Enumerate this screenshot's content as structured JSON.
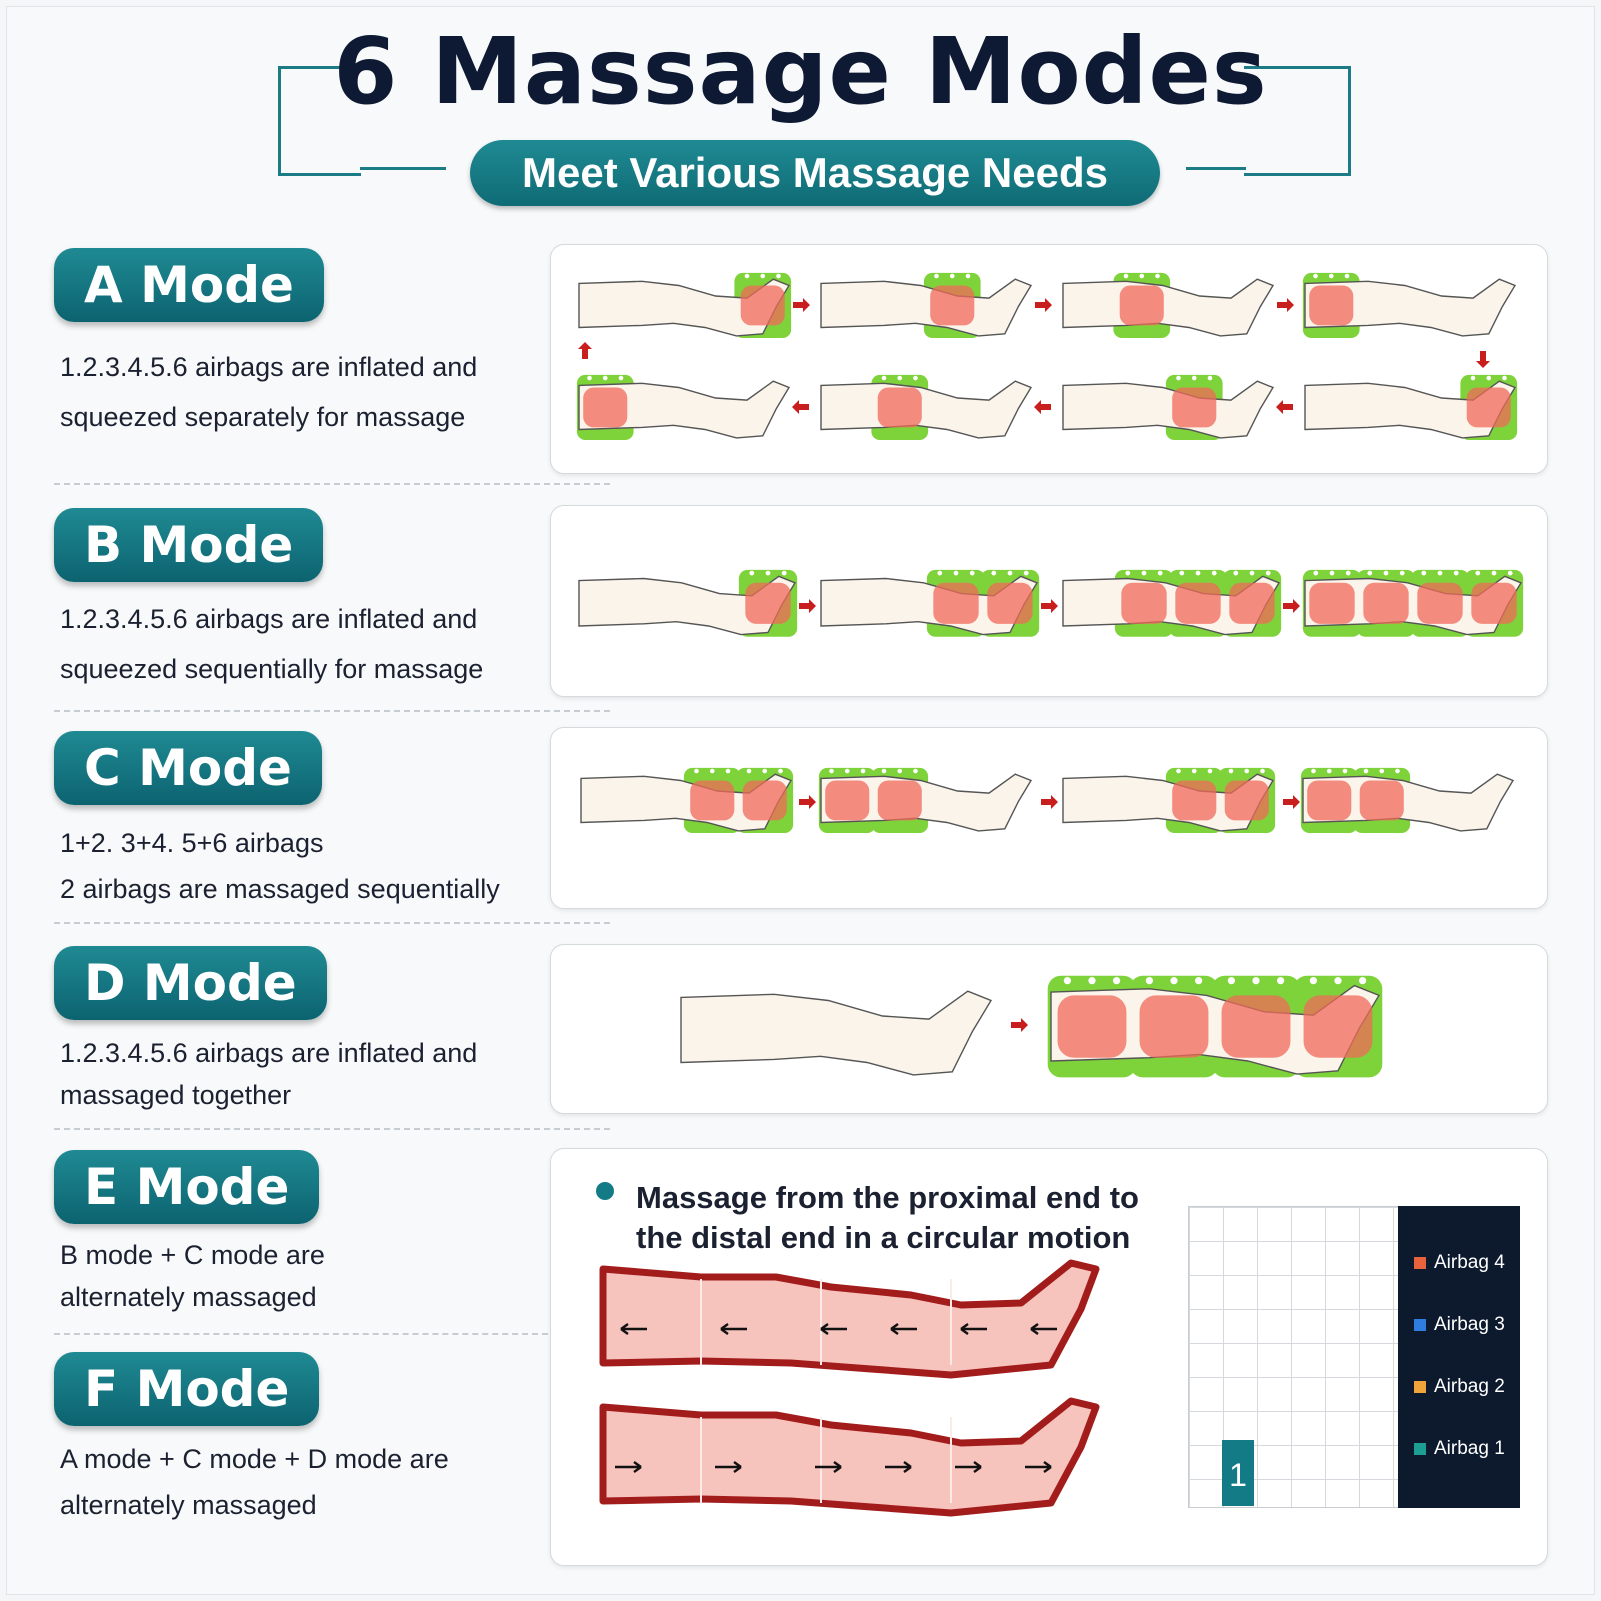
{
  "header": {
    "title": "6 Massage Modes",
    "subtitle": "Meet Various Massage Needs"
  },
  "modes": [
    {
      "label": "A Mode",
      "desc": [
        "1.2.3.4.5.6 airbags are inflated and",
        "squeezed separately for massage"
      ]
    },
    {
      "label": "B Mode",
      "desc": [
        "1.2.3.4.5.6 airbags are inflated and",
        "squeezed sequentially for massage"
      ]
    },
    {
      "label": "C Mode",
      "desc": [
        "1+2. 3+4. 5+6 airbags",
        "2 airbags are massaged sequentially"
      ]
    },
    {
      "label": "D Mode",
      "desc": [
        "1.2.3.4.5.6 airbags are inflated and",
        "massaged together"
      ]
    },
    {
      "label": "E Mode",
      "desc": [
        "B mode + C mode are",
        "alternately massaged"
      ]
    },
    {
      "label": "F Mode",
      "desc": [
        "A mode + C mode + D mode are",
        "alternately massaged"
      ]
    }
  ],
  "e_panel": {
    "text": [
      "Massage from the proximal end to",
      "the distal end in a circular motion"
    ],
    "bar_label": "1",
    "legend": [
      {
        "name": "Airbag 4",
        "color": "#e8623c"
      },
      {
        "name": "Airbag 3",
        "color": "#2f7de0"
      },
      {
        "name": "Airbag 2",
        "color": "#f0a43a"
      },
      {
        "name": "Airbag 1",
        "color": "#1c9e93"
      }
    ]
  },
  "colors": {
    "accent": "#137b85",
    "airbag_green": "#7fd33a",
    "pressure_red": "#f06a5a",
    "arrow_red": "#c81e1e",
    "leg_fill": "#fbf4ea"
  }
}
